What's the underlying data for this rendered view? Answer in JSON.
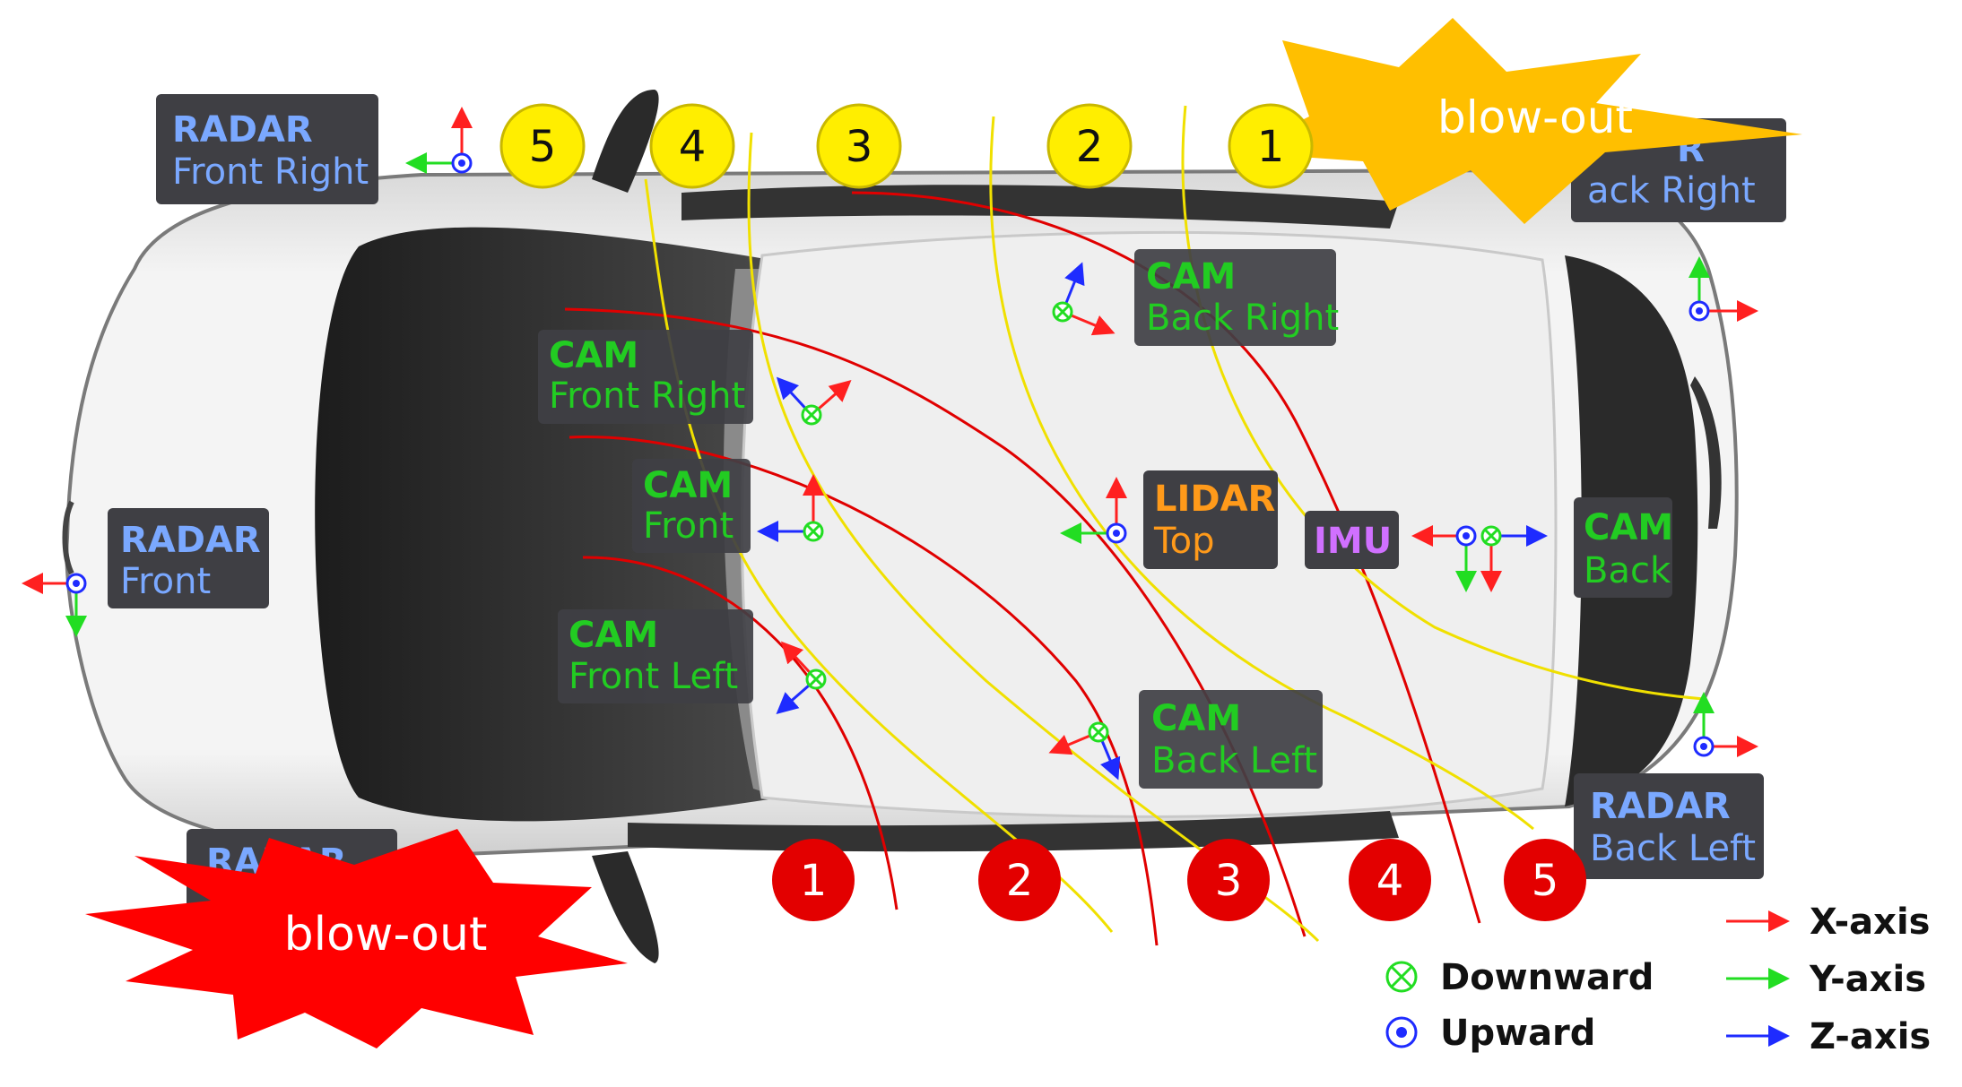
{
  "colors": {
    "x_axis": "#ff2020",
    "y_axis": "#22dd22",
    "z_axis": "#1e2bff",
    "radar_label": "#7aa8ff",
    "cam_label": "#22cc22",
    "lidar_label": "#ff9a1a",
    "imu_label": "#d070ff",
    "label_bg": "#3f3f44",
    "yellow_badge": "#ffee00",
    "red_badge": "#e30000",
    "blowout_yellow": "#ffbf00",
    "blowout_red": "#ff0000"
  },
  "sensors": {
    "radar_front_right": {
      "type": "RADAR",
      "position": "Front Right"
    },
    "radar_back_right": {
      "type": "R",
      "position": "ack Right"
    },
    "radar_front": {
      "type": "RADAR",
      "position": "Front"
    },
    "radar_front_left": {
      "type": "RADAR",
      "position": ""
    },
    "radar_back_left": {
      "type": "RADAR",
      "position": "Back Left"
    },
    "cam_front_right": {
      "type": "CAM",
      "position": "Front Right"
    },
    "cam_front": {
      "type": "CAM",
      "position": "Front"
    },
    "cam_front_left": {
      "type": "CAM",
      "position": "Front Left"
    },
    "cam_back_right": {
      "type": "CAM",
      "position": "Back Right"
    },
    "cam_back_left": {
      "type": "CAM",
      "position": "Back Left"
    },
    "cam_back": {
      "type": "CAM",
      "position": "Back"
    },
    "lidar_top": {
      "type": "LIDAR",
      "position": "Top"
    },
    "imu": {
      "type": "IMU"
    }
  },
  "yellow_markers": [
    "5",
    "4",
    "3",
    "2",
    "1"
  ],
  "red_markers": [
    "1",
    "2",
    "3",
    "4",
    "5"
  ],
  "blowouts": {
    "top": "blow-out",
    "bottom": "blow-out"
  },
  "legend": {
    "downward": "Downward",
    "upward": "Upward",
    "x_axis": "X-axis",
    "y_axis": "Y-axis",
    "z_axis": "Z-axis"
  }
}
